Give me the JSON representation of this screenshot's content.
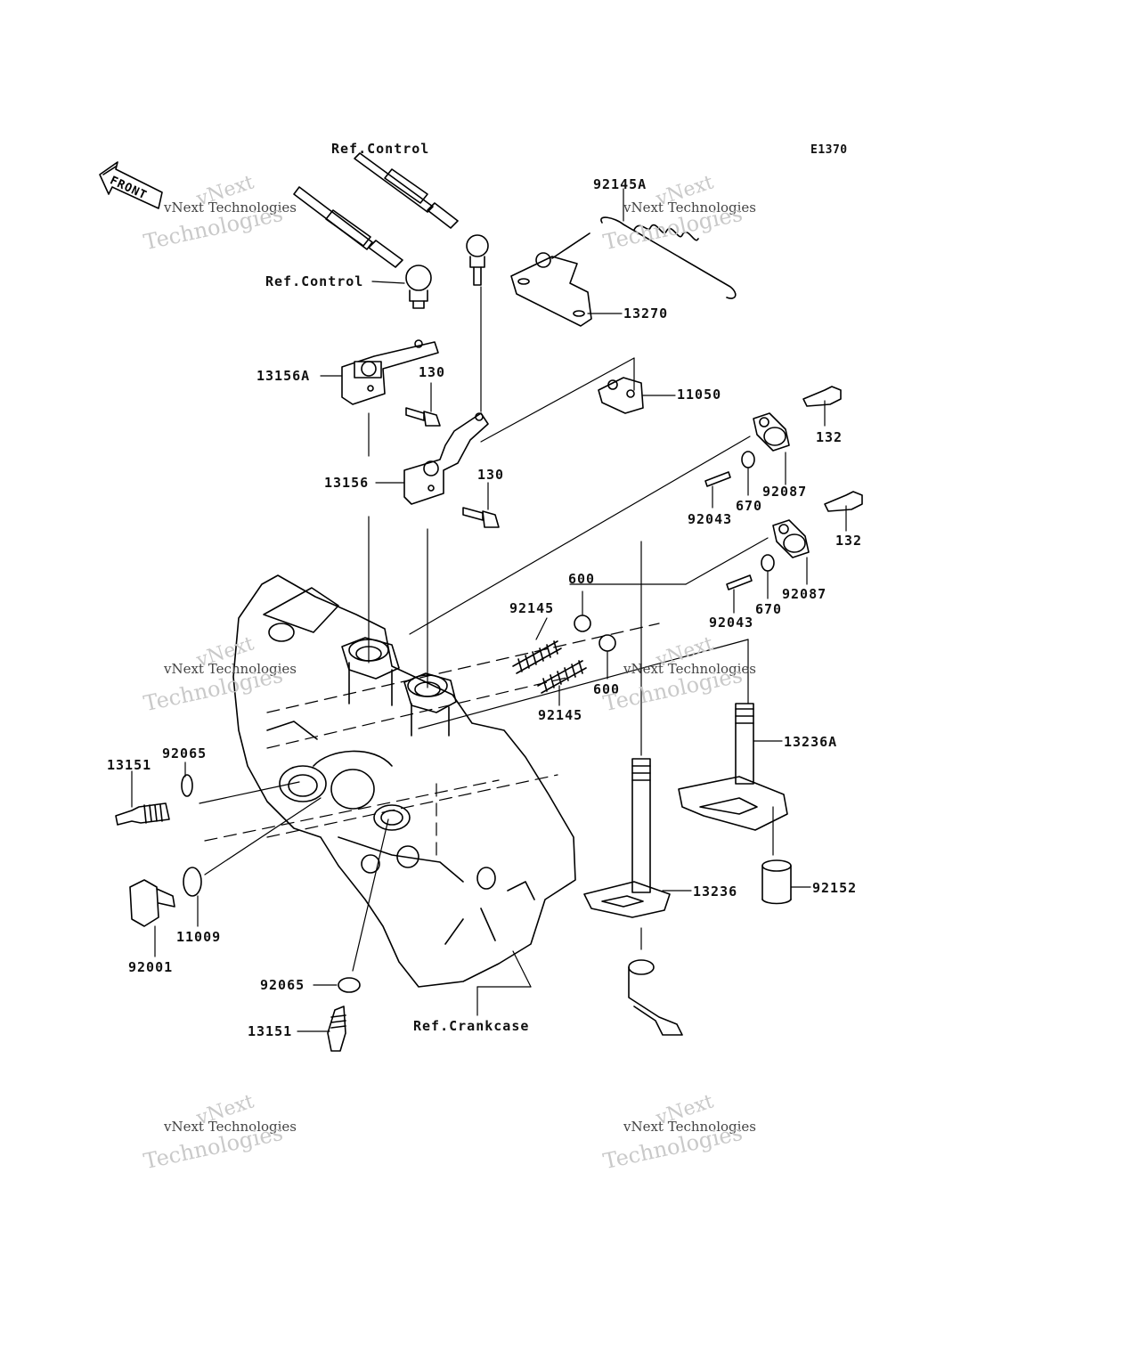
{
  "diagram_code": "E1370",
  "front_label": "FRONT",
  "watermark": {
    "line1": "vNext",
    "line2": "vNext Technologies",
    "line3": "Technologies"
  },
  "labels": {
    "ref_control_top": "Ref.Control",
    "ref_control_left": "Ref.Control",
    "ref_crankcase": "Ref.Crankcase",
    "p92145A": "92145A",
    "p13270": "13270",
    "p11050": "11050",
    "p13156A": "13156A",
    "p130_a": "130",
    "p13156": "13156",
    "p130_b": "130",
    "p132_a": "132",
    "p92087_a": "92087",
    "p670_a": "670",
    "p92043_a": "92043",
    "p132_b": "132",
    "p92087_b": "92087",
    "p670_b": "670",
    "p92043_b": "92043",
    "p600_a": "600",
    "p600_b": "600",
    "p92145_a": "92145",
    "p92145_b": "92145",
    "p13236A": "13236A",
    "p13236": "13236",
    "p92152": "92152",
    "p13151_a": "13151",
    "p92065_a": "92065",
    "p11009": "11009",
    "p92001": "92001",
    "p92065_b": "92065",
    "p13151_b": "13151"
  }
}
